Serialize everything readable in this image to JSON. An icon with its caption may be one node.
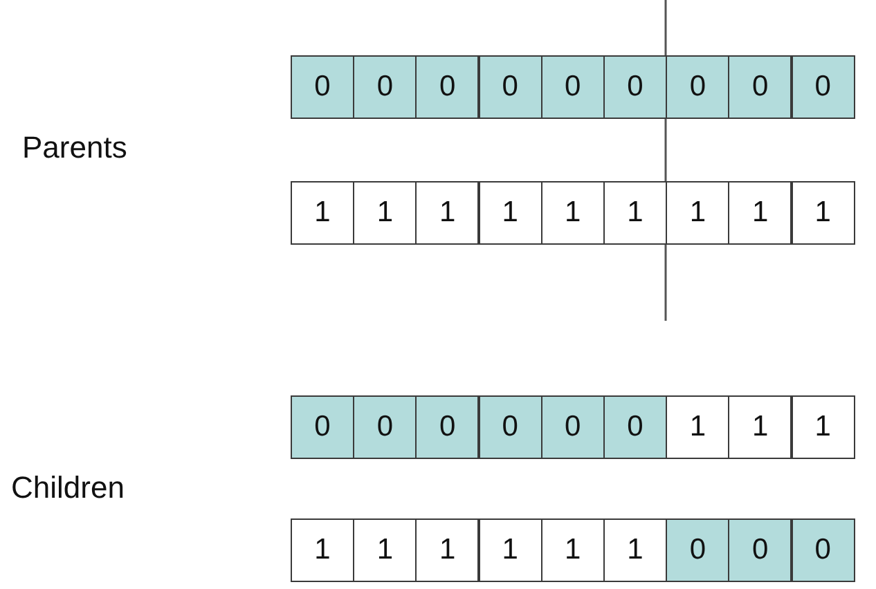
{
  "diagram": {
    "nodes": [
      {
        "text": [
          "0"
        ]
      },
      {
        "text": [
          "0"
        ]
      },
      {
        "text": [
          "0"
        ]
      },
      {
        "text": [
          "0"
        ]
      },
      {
        "text": [
          "0"
        ]
      },
      {
        "text": [
          "0"
        ]
      },
      {
        "text": [
          "0"
        ]
      },
      {
        "text": [
          "0"
        ]
      },
      {
        "text": [
          "0"
        ]
      },
      {
        "text": [
          "1"
        ]
      },
      {
        "text": [
          "1"
        ]
      },
      {
        "text": [
          "1"
        ]
      },
      {
        "text": [
          "1"
        ]
      },
      {
        "text": [
          "1"
        ]
      },
      {
        "text": [
          "1"
        ]
      },
      {
        "text": [
          "1"
        ]
      },
      {
        "text": [
          "1"
        ]
      },
      {
        "text": [
          "1"
        ]
      },
      {
        "text": [
          "0"
        ]
      },
      {
        "text": [
          "0"
        ]
      },
      {
        "text": [
          "0"
        ]
      },
      {
        "text": [
          "0"
        ]
      },
      {
        "text": [
          "0"
        ]
      },
      {
        "text": [
          "0"
        ]
      },
      {
        "text": [
          "1"
        ]
      },
      {
        "text": [
          "1"
        ]
      },
      {
        "text": [
          "1"
        ]
      },
      {
        "text": [
          "1"
        ]
      },
      {
        "text": [
          "1"
        ]
      },
      {
        "text": [
          "1"
        ]
      },
      {
        "text": [
          "1"
        ]
      },
      {
        "text": [
          "1"
        ]
      },
      {
        "text": [
          "1"
        ]
      },
      {
        "text": [
          "0"
        ]
      },
      {
        "text": [
          "0"
        ]
      },
      {
        "text": [
          "0"
        ]
      }
    ],
    "labels": [
      "Parents",
      "Children"
    ]
  }
}
